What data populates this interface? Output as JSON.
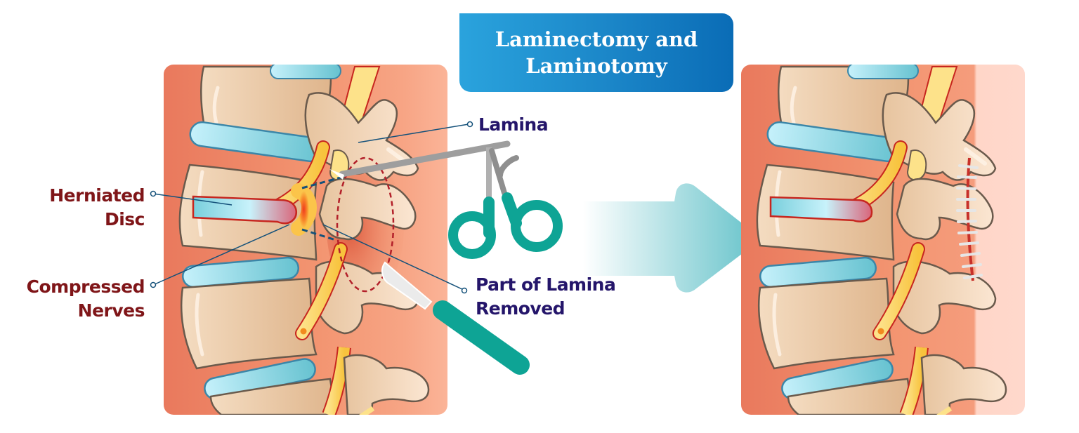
{
  "title": {
    "line1": "Laminectomy and",
    "line2": "Laminotomy"
  },
  "labels": {
    "herniated_disc": {
      "line1": "Herniated",
      "line2": "Disc"
    },
    "compressed_nerves": {
      "line1": "Compressed",
      "line2": "Nerves"
    },
    "lamina": {
      "line1": "Lamina"
    },
    "part_removed": {
      "line1": "Part of Lamina",
      "line2": "Removed"
    }
  },
  "colors": {
    "panel_bg": "#ec7f62",
    "bone": "#f0d3b3",
    "disc": "#7fd3e0",
    "nerve": "#fbc94a",
    "red_label": "#7f1518",
    "navy_label": "#24156a",
    "title_blue": "#1b86c8",
    "instrument_teal": "#0ea495",
    "arrow_teal": "#6fc8cf"
  }
}
